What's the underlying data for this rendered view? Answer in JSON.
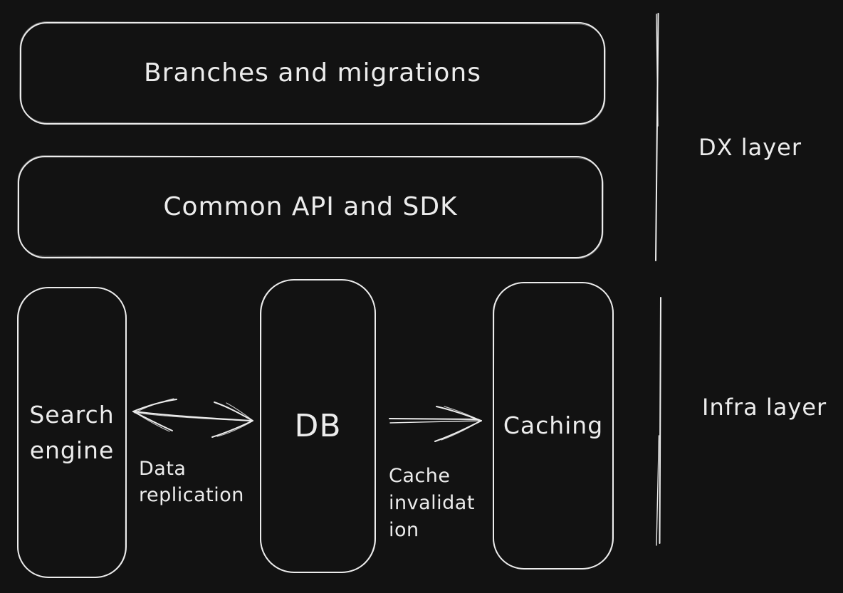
{
  "theme": {
    "background": "#121212",
    "stroke": "#ececec"
  },
  "layers": {
    "dx": {
      "label": "DX layer",
      "nodes": {
        "branches": {
          "label": "Branches and migrations"
        },
        "common_api": {
          "label": "Common API and SDK"
        }
      }
    },
    "infra": {
      "label": "Infra layer",
      "nodes": {
        "search_engine": {
          "label": "Search engine"
        },
        "db": {
          "label": "DB"
        },
        "caching": {
          "label": "Caching"
        }
      },
      "connections": {
        "search_db": {
          "from": "Search engine",
          "to": "DB",
          "direction": "bidirectional",
          "label": "Data replication"
        },
        "db_caching": {
          "from": "DB",
          "to": "Caching",
          "direction": "one-way",
          "label": "Cache invalidation"
        }
      }
    }
  }
}
